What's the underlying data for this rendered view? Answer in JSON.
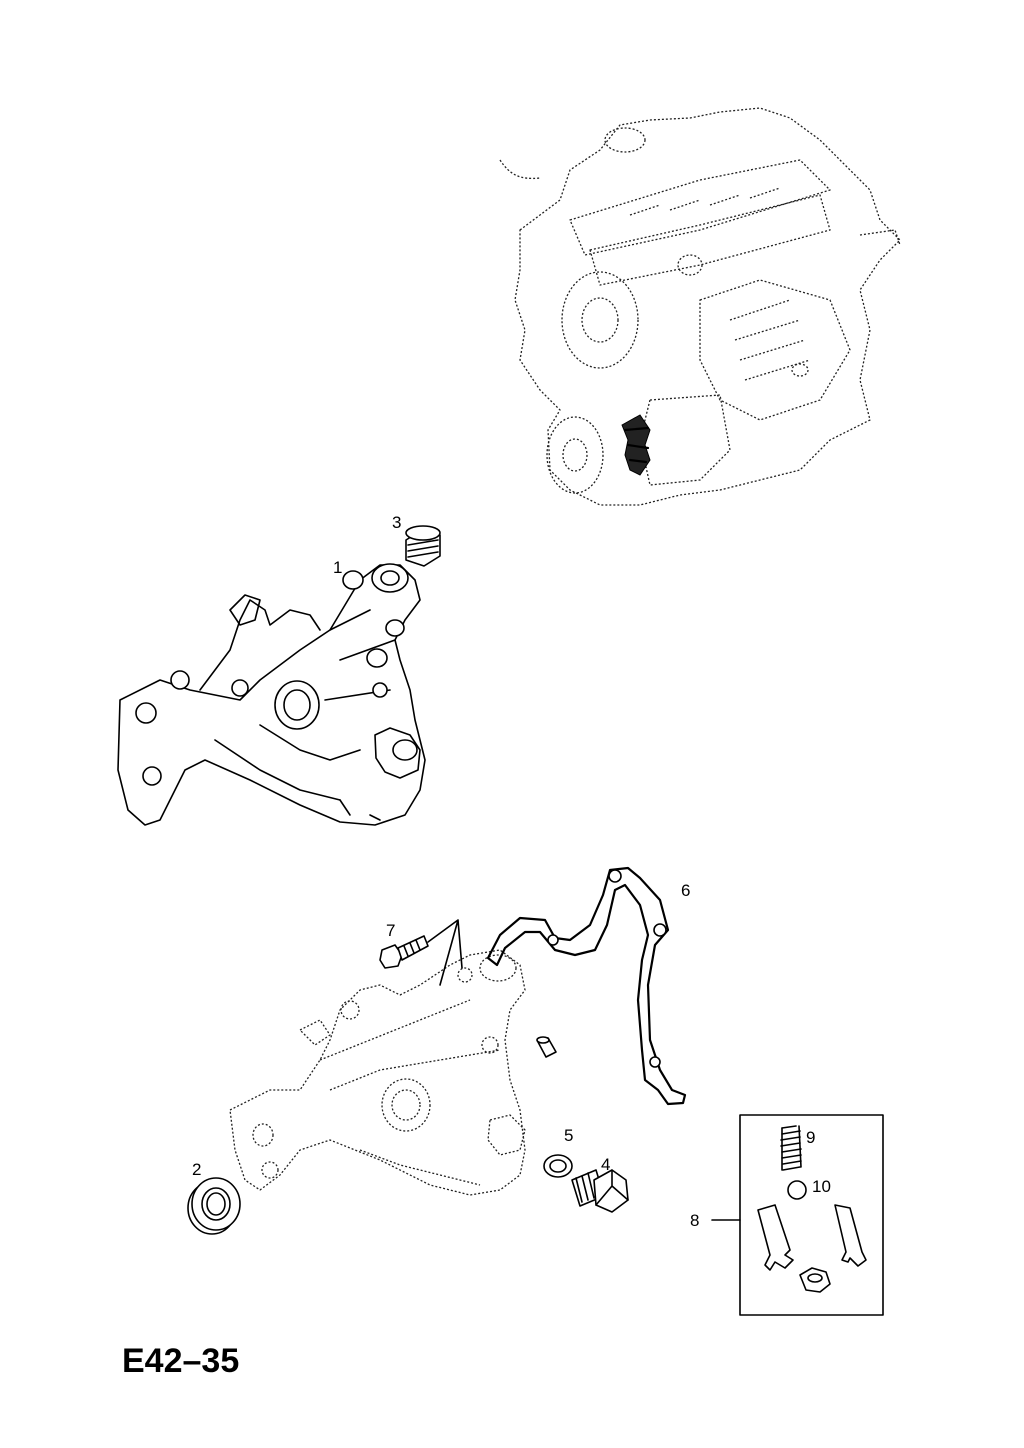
{
  "diagram": {
    "title": "E42–35",
    "callouts": [
      {
        "id": "1",
        "label": "1"
      },
      {
        "id": "2",
        "label": "2"
      },
      {
        "id": "3",
        "label": "3"
      },
      {
        "id": "4",
        "label": "4"
      },
      {
        "id": "5",
        "label": "5"
      },
      {
        "id": "6",
        "label": "6"
      },
      {
        "id": "7",
        "label": "7"
      },
      {
        "id": "8",
        "label": "8"
      },
      {
        "id": "9",
        "label": "9"
      },
      {
        "id": "10",
        "label": "10"
      }
    ]
  }
}
